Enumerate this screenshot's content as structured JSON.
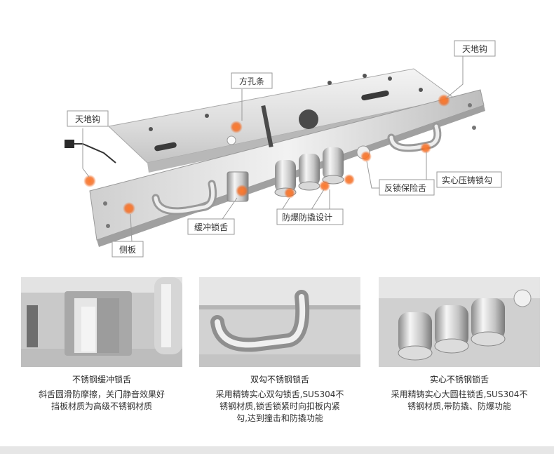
{
  "callouts": {
    "sky_hook_left": "天地钩",
    "sky_hook_right": "天地钩",
    "square_hole_bar": "方孔条",
    "anti_reverse_tongue": "反锁保险舌",
    "solid_cast_hook": "实心压铸锁勾",
    "anti_explosion": "防爆防撬设计",
    "buffer_tongue": "缓冲锁舌",
    "side_plate": "侧板"
  },
  "colors": {
    "accent_marker": "#f26a21",
    "callout_line": "#9a9a9a",
    "steel_light": "#e8e8e8",
    "steel_dark": "#9c9c9c"
  },
  "features": [
    {
      "title": "不锈钢缓冲锁舌",
      "lines": [
        "斜舌圆滑防摩擦，关门静音效果好",
        "挡板材质为高级不锈钢材质"
      ]
    },
    {
      "title": "双勾不锈钢锁舌",
      "lines": [
        "采用精铸实心双勾锁舌,SUS304不",
        "锈钢材质,锁舌锁紧时向扣板内紧",
        "勾,达到撞击和防撬功能"
      ]
    },
    {
      "title": "实心不锈钢锁舌",
      "lines": [
        "采用精铸实心大圆柱锁舌,SUS304不",
        "锈钢材质,带防撬、防爆功能"
      ]
    }
  ]
}
